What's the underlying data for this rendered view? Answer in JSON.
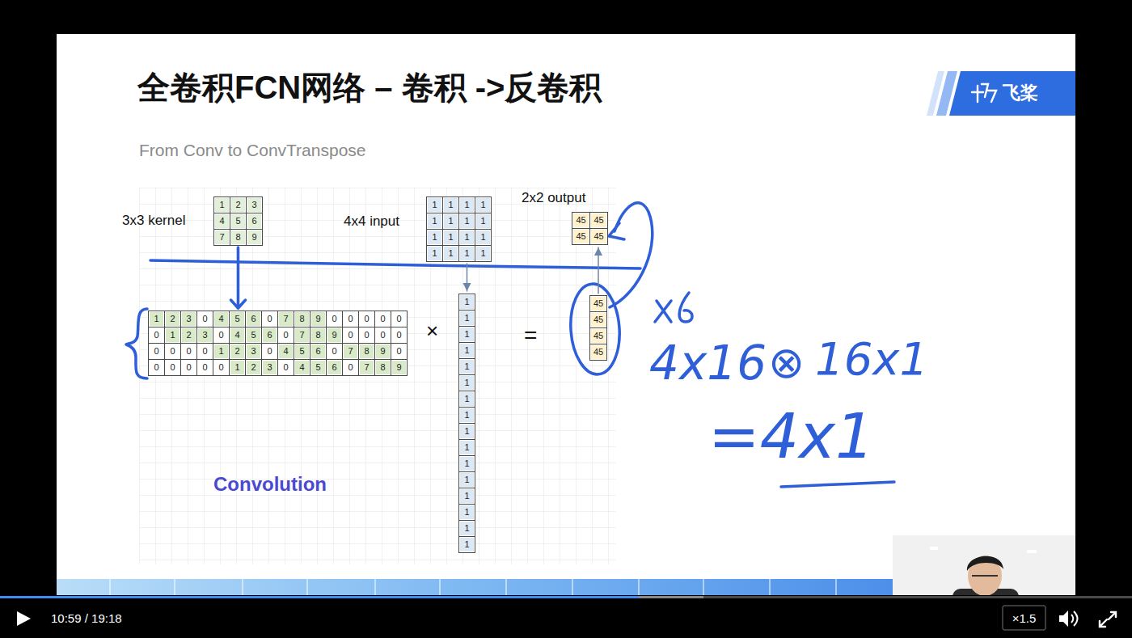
{
  "diagram": {
    "title": "全卷积FCN网络 – 卷积 ->反卷积",
    "nodes": [
      {
        "text": [
          "1",
          "2",
          "3",
          "4",
          "5",
          "6",
          "7",
          "8",
          "9"
        ]
      },
      {
        "text": [
          "1",
          "1",
          "1",
          "1",
          "1",
          "1",
          "1",
          "1",
          "1",
          "1",
          "1",
          "1",
          "1",
          "1",
          "1",
          "1"
        ]
      },
      {
        "text": [
          "45",
          "45",
          "45",
          "45"
        ]
      },
      {
        "text": [
          "1",
          "2",
          "3",
          "0",
          "4",
          "5",
          "6",
          "0",
          "7",
          "8",
          "9",
          "0",
          "0",
          "0",
          "0",
          "0",
          "0",
          "1",
          "2",
          "3",
          "0",
          "4",
          "5",
          "6",
          "0",
          "7",
          "8",
          "9",
          "0",
          "0",
          "0",
          "0",
          "0",
          "0",
          "0",
          "0",
          "1",
          "2",
          "3",
          "0",
          "4",
          "5",
          "6",
          "0",
          "7",
          "8",
          "9",
          "0",
          "0",
          "0",
          "0",
          "0",
          "0",
          "1",
          "2",
          "3",
          "0",
          "4",
          "5",
          "6",
          "0",
          "7",
          "8",
          "9"
        ]
      },
      {
        "text": [
          "1",
          "1",
          "1",
          "1",
          "1",
          "1",
          "1",
          "1",
          "1",
          "1",
          "1",
          "1",
          "1",
          "1",
          "1",
          "1"
        ]
      },
      {
        "text": [
          "45",
          "45",
          "45",
          "45"
        ]
      }
    ],
    "edges": [
      {
        "from": 0,
        "to": 3,
        "arrow": "to"
      },
      {
        "from": 1,
        "to": 4,
        "arrow": "to"
      },
      {
        "from": 5,
        "to": 2,
        "arrow": "to"
      }
    ],
    "labels": [
      "From Conv to ConvTranspose",
      "飞桨",
      "3x3 kernel",
      "4x4 input",
      "2x2 output",
      "×",
      "=",
      "Convolution",
      "4x16",
      "⊗",
      "16x1",
      "=4x1",
      "10:59 / 19:18",
      "×1.5"
    ]
  }
}
